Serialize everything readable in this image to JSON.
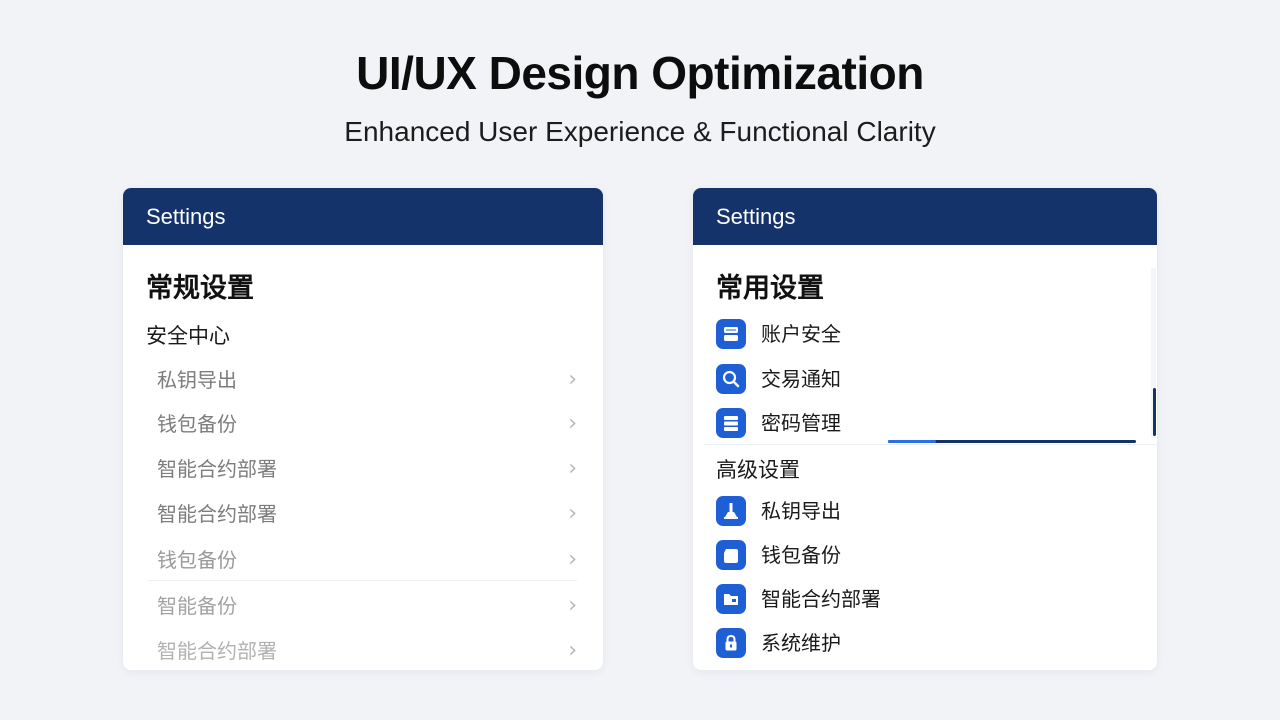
{
  "title": "UI/UX Design Optimization",
  "subtitle": "Enhanced User Experience & Functional Clarity",
  "left_panel": {
    "header": "Settings",
    "section_title": "常规设置",
    "group_label": "安全中心",
    "items": [
      {
        "label": "私钥导出"
      },
      {
        "label": "钱包备份"
      },
      {
        "label": "智能合约部署"
      },
      {
        "label": "智能合约部署"
      },
      {
        "label": "钱包备份"
      },
      {
        "label": "智能备份"
      },
      {
        "label": "智能合约部署"
      }
    ],
    "chevron": "›"
  },
  "right_panel": {
    "header": "Settings",
    "section_title": "常用设置",
    "common_items": [
      {
        "label": "账户安全",
        "icon": "account-security-icon"
      },
      {
        "label": "交易通知",
        "icon": "search-icon"
      },
      {
        "label": "密码管理",
        "icon": "list-icon"
      }
    ],
    "advanced_label": "高级设置",
    "advanced_items": [
      {
        "label": "私钥导出",
        "icon": "key-export-icon"
      },
      {
        "label": "钱包备份",
        "icon": "wallet-icon"
      },
      {
        "label": "智能合约部署",
        "icon": "folder-icon"
      },
      {
        "label": "系统维护",
        "icon": "lock-icon"
      }
    ]
  },
  "colors": {
    "header_bg": "#15336b",
    "icon_bg": "#1f5fd6",
    "page_bg": "#f1f3f7"
  }
}
